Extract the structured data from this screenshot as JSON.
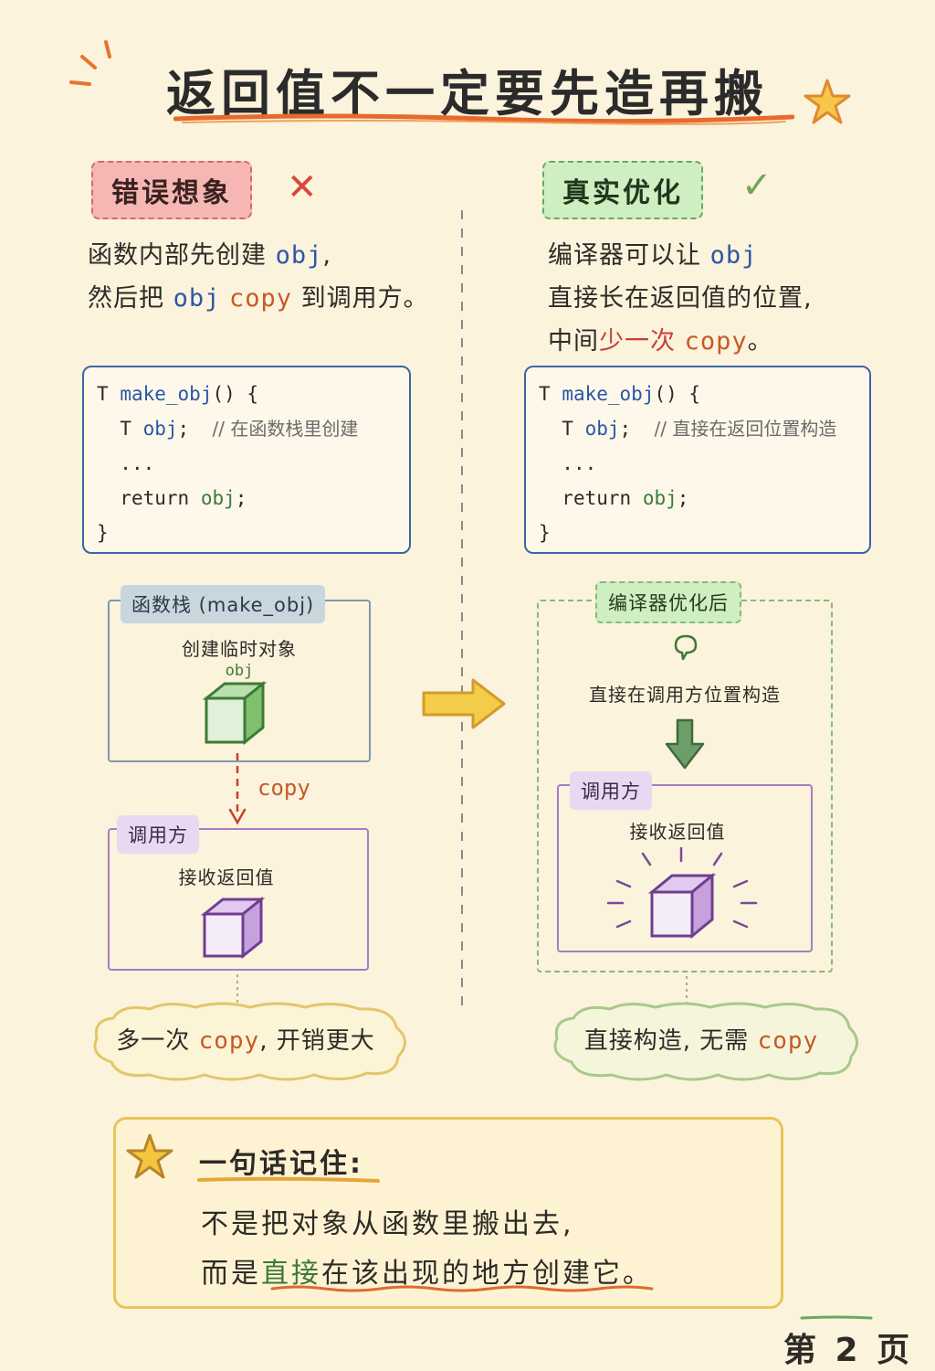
{
  "title": "返回值不一定要先造再搬",
  "left": {
    "tag": "错误想象",
    "desc_line1_a": "函数内部先创建",
    "desc_line1_obj": "obj",
    "desc_line1_b": ",",
    "desc_line2_a": "然后把",
    "desc_line2_obj": "obj",
    "desc_line2_copy": "copy",
    "desc_line2_b": "到调用方。",
    "code": {
      "l1_t": "T",
      "l1_fn": "make_obj",
      "l1_rest": "() {",
      "l2_t": "T",
      "l2_obj": "obj",
      "l2_semi": ";",
      "l2_comment": "// 在函数栈里创建",
      "l3": "...",
      "l4_kw": "return",
      "l4_obj": "obj",
      "l4_semi": ";",
      "l5": "}"
    },
    "stack_label": "函数栈 (make_obj)",
    "stack_text": "创建临时对象",
    "obj_label": "obj",
    "copy_label": "copy",
    "caller_label": "调用方",
    "caller_text": "接收返回值",
    "cloud_a": "多一次",
    "cloud_copy": "copy",
    "cloud_b": ", 开销更大"
  },
  "right": {
    "tag": "真实优化",
    "desc_line1_a": "编译器可以让",
    "desc_line1_obj": "obj",
    "desc_line2": "直接长在返回值的位置,",
    "desc_line3_a": "中间",
    "desc_line3_red": "少一次",
    "desc_line3_copy": "copy",
    "desc_line3_b": "。",
    "code": {
      "l1_t": "T",
      "l1_fn": "make_obj",
      "l1_rest": "() {",
      "l2_t": "T",
      "l2_obj": "obj",
      "l2_semi": ";",
      "l2_comment": "// 直接在返回位置构造",
      "l3": "...",
      "l4_kw": "return",
      "l4_obj": "obj",
      "l4_semi": ";",
      "l5": "}"
    },
    "opt_label": "编译器优化后",
    "opt_text": "直接在调用方位置构造",
    "caller_label": "调用方",
    "caller_text": "接收返回值",
    "cloud_a": "直接构造, 无需",
    "cloud_copy": "copy"
  },
  "remember": {
    "title": "一句话记住:",
    "line1": "不是把对象从函数里搬出去,",
    "line2_a": "而是",
    "line2_green": "直接",
    "line2_b": "在该出现的地方创建它。"
  },
  "page_number": "第 2 页",
  "colors": {
    "background": "#fbf3dc",
    "wrong": "#f6b7b4",
    "real": "#cfeec2",
    "code_border": "#3f64a6",
    "accent_orange": "#e86a2a"
  },
  "icons": [
    "sparkle-icon",
    "star-icon",
    "cross-icon",
    "check-icon",
    "right-arrow-icon",
    "down-arrow-icon",
    "cube-icon",
    "speech-bubble-icon"
  ]
}
